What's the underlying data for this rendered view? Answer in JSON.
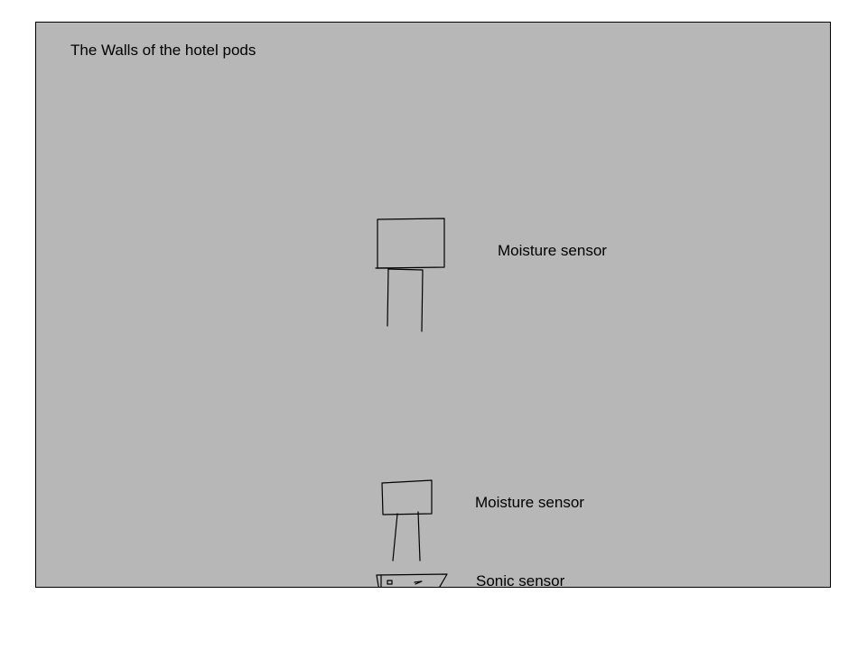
{
  "diagram": {
    "title": "The Walls of the hotel pods",
    "components": [
      {
        "label": "Moisture sensor"
      },
      {
        "label": "Moisture sensor"
      },
      {
        "label": "Sonic sensor"
      }
    ]
  },
  "colors": {
    "canvas_background": "#b7b7b7",
    "page_background": "#ffffff",
    "ink": "#000000"
  }
}
